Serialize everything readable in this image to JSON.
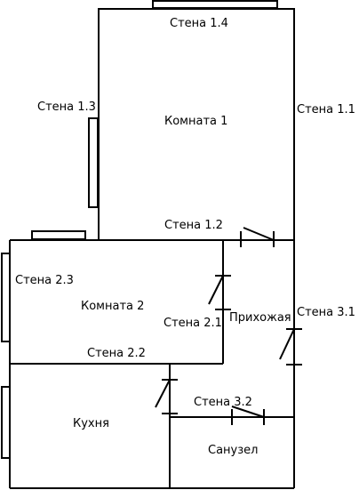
{
  "rooms": {
    "room1": "Комната 1",
    "room2": "Комната 2",
    "hall": "Прихожая",
    "kitchen": "Кухня",
    "bathroom": "Санузел"
  },
  "walls": {
    "w1_1": "Стена 1.1",
    "w1_2": "Стена 1.2",
    "w1_3": "Стена 1.3",
    "w1_4": "Стена 1.4",
    "w2_1": "Стена 2.1",
    "w2_2": "Стена 2.2",
    "w2_3": "Стена 2.3",
    "w3_1": "Стена 3.1",
    "w3_2": "Стена 3.2"
  },
  "colors": {
    "line": "#000000",
    "background": "#ffffff"
  }
}
